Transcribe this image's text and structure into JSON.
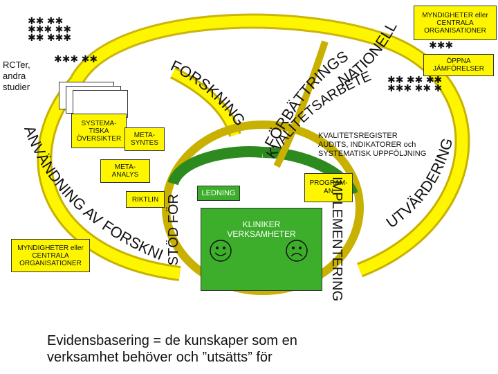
{
  "colors": {
    "yellow": "#fdf600",
    "arrow_yellow": "#c8b100",
    "green": "#3dae2b",
    "green_dark": "#2d8a1f",
    "black": "#111111"
  },
  "boxes": {
    "myndigheter_top": "MYNDIGHETER eller CENTRALA ORGANISATIONER",
    "oppna": "ÖPPNA JÄMFÖRELSER",
    "myndigheter_left": "MYNDIGHETER eller CENTRALA ORGANISATIONER",
    "systematiska": "SYSTEMA-\nTISKA\nÖVERSIKTER",
    "meta_syntes": "META-\nSYNTES",
    "meta_analys": "META-\nANALYS",
    "riktlinjer": "RIKTLIN",
    "ledning": "LEDNING",
    "program": "PROGRAM-\nAN",
    "kliniker": "KLINIKER\nVERKSAMHETER"
  },
  "labels": {
    "rcter": "RCTer,\nandra\nstudier",
    "kvalitetsregister": "KVALITETSREGISTER\nAUDITS, INDIKATORER och\nSYSTEMATISK UPPFÖLJNING",
    "bottom_text": "Evidensbasering = de kunskaper som en\nverksamhet behöver och ”utsätts” för"
  },
  "curved_text": {
    "forskning": "FORSKNING",
    "anvandning": "ANVÄNDNING AV FORSKNING",
    "forbattring": "FÖRBÄTTRINGS-",
    "kvalitet": "KVALITETSARBETE",
    "nationell": "NATIONELLT",
    "utvardering": "UTVÄRDERINGAR",
    "implementering": "IMPLEMENTERING",
    "stod_for": "STÖD FÖR"
  },
  "icons": {
    "people_group": "people-group-icon",
    "smiley_happy": "smiley-happy-icon",
    "smiley_sad": "smiley-sad-icon"
  }
}
